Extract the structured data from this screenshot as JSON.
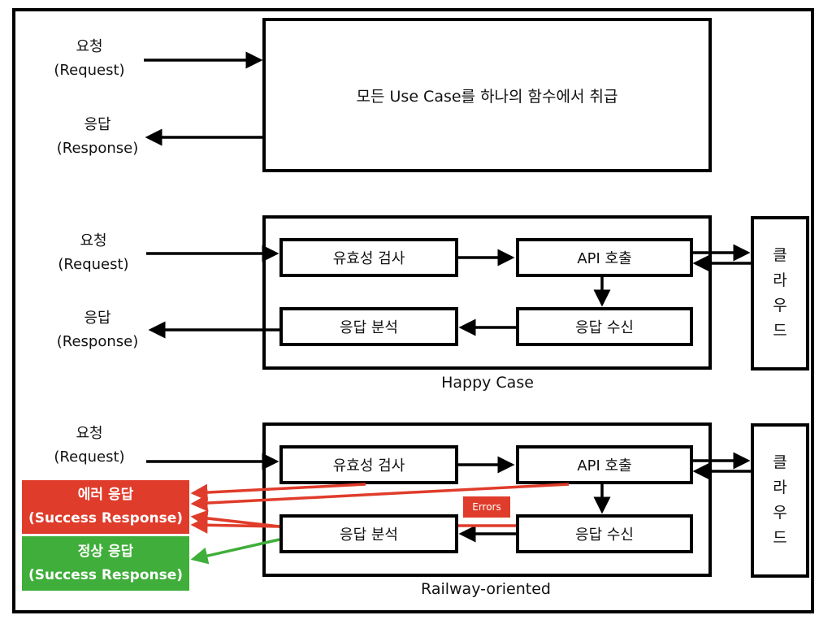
{
  "colors": {
    "line": "#000000",
    "error": "#e03c2b",
    "success": "#3fae3a",
    "badge_text": "#ffffff"
  },
  "section1": {
    "request": {
      "ko": "요청",
      "en": "(Request)"
    },
    "response": {
      "ko": "응답",
      "en": "(Response)"
    },
    "box_text": "모든 Use Case를 하나의 함수에서 취급"
  },
  "section2": {
    "caption": "Happy Case",
    "request": {
      "ko": "요청",
      "en": "(Request)"
    },
    "response": {
      "ko": "응답",
      "en": "(Response)"
    },
    "steps": {
      "validate": "유효성 검사",
      "api_call": "API 호출",
      "receive": "응답 수신",
      "analyze": "응답 분석"
    },
    "cloud": [
      "클",
      "라",
      "우",
      "드"
    ]
  },
  "section3": {
    "caption": "Railway-oriented",
    "request": {
      "ko": "요청",
      "en": "(Request)"
    },
    "steps": {
      "validate": "유효성 검사",
      "api_call": "API 호출",
      "receive": "응답 수신",
      "analyze": "응답 분석"
    },
    "cloud": [
      "클",
      "라",
      "우",
      "드"
    ],
    "errors_tag": "Errors",
    "error_response": {
      "ko": "에러 응답",
      "en": "(Success Response)"
    },
    "success_response": {
      "ko": "정상 응답",
      "en": "(Success Response)"
    }
  }
}
